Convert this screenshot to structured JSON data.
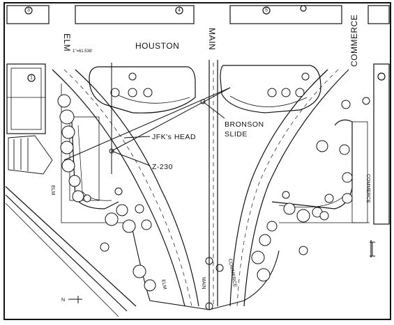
{
  "streets": {
    "elm_top": "ELM",
    "main_top": "MAIN",
    "houston": "HOUSTON",
    "commerce_top": "COMMERCE",
    "elm_side": "ELM",
    "commerce_right": "COMMERCE",
    "elm_bottom": "ELM",
    "main_bottom": "MAIN",
    "commerce_bottom": "COMMERCE"
  },
  "annotations": {
    "scale_note": "1\"=61.538'",
    "bronson_line1": "BRONSON",
    "bronson_line2": "SLIDE",
    "jfk_head": "JFK's HEAD",
    "z230": "Z-230",
    "north_arrow": "N"
  },
  "building_numbers": [
    "3",
    "4",
    "5",
    "1"
  ],
  "colors": {
    "ink": "#111111",
    "paper": "#ffffff"
  }
}
